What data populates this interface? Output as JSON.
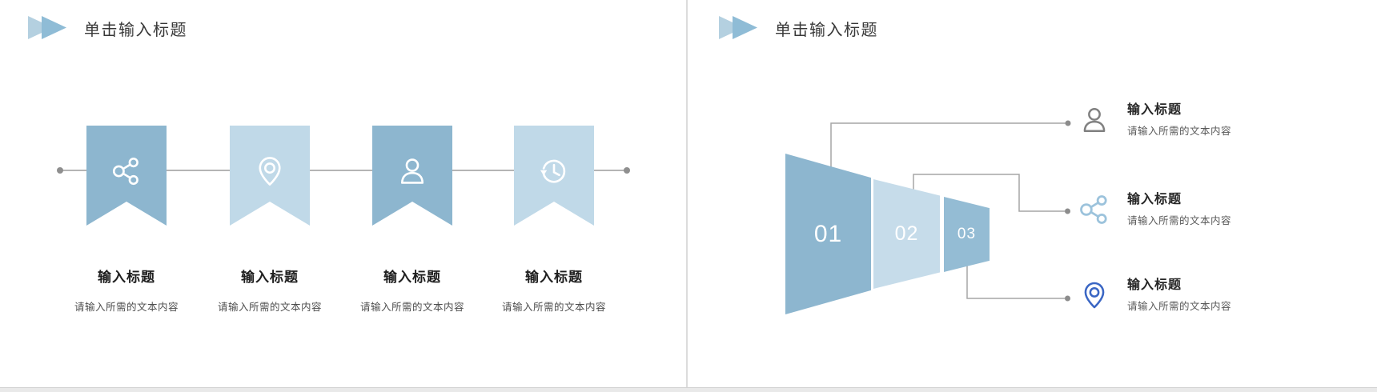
{
  "colors": {
    "medium_blue": "#8db6cf",
    "light_blue": "#c0d9e8",
    "funnel_seg2_blue": "#c6dcea",
    "funnel_seg3_blue": "#94bcd4",
    "connector_gray": "#a6a6a6",
    "slide_title_text": "#383838",
    "caption_title_text": "#1f1f1f",
    "caption_desc_text": "#4d4d4d",
    "item_icon_gray": "#808080",
    "item_icon_light_blue": "#9cc3dc",
    "item_icon_royal_blue": "#3a66c4"
  },
  "slide_left": {
    "title": "单击输入标题",
    "banners": [
      {
        "icon": "share-icon",
        "title": "输入标题",
        "desc": "请输入所需的文本内容"
      },
      {
        "icon": "location-pin-icon",
        "title": "输入标题",
        "desc": "请输入所需的文本内容"
      },
      {
        "icon": "person-icon",
        "title": "输入标题",
        "desc": "请输入所需的文本内容"
      },
      {
        "icon": "history-clock-icon",
        "title": "输入标题",
        "desc": "请输入所需的文本内容"
      }
    ]
  },
  "slide_right": {
    "title": "单击输入标题",
    "funnel_labels": [
      "01",
      "02",
      "03"
    ],
    "items": [
      {
        "icon": "person-icon",
        "title": "输入标题",
        "desc": "请输入所需的文本内容"
      },
      {
        "icon": "share-icon",
        "title": "输入标题",
        "desc": "请输入所需的文本内容"
      },
      {
        "icon": "location-pin-icon",
        "title": "输入标题",
        "desc": "请输入所需的文本内容"
      }
    ]
  }
}
